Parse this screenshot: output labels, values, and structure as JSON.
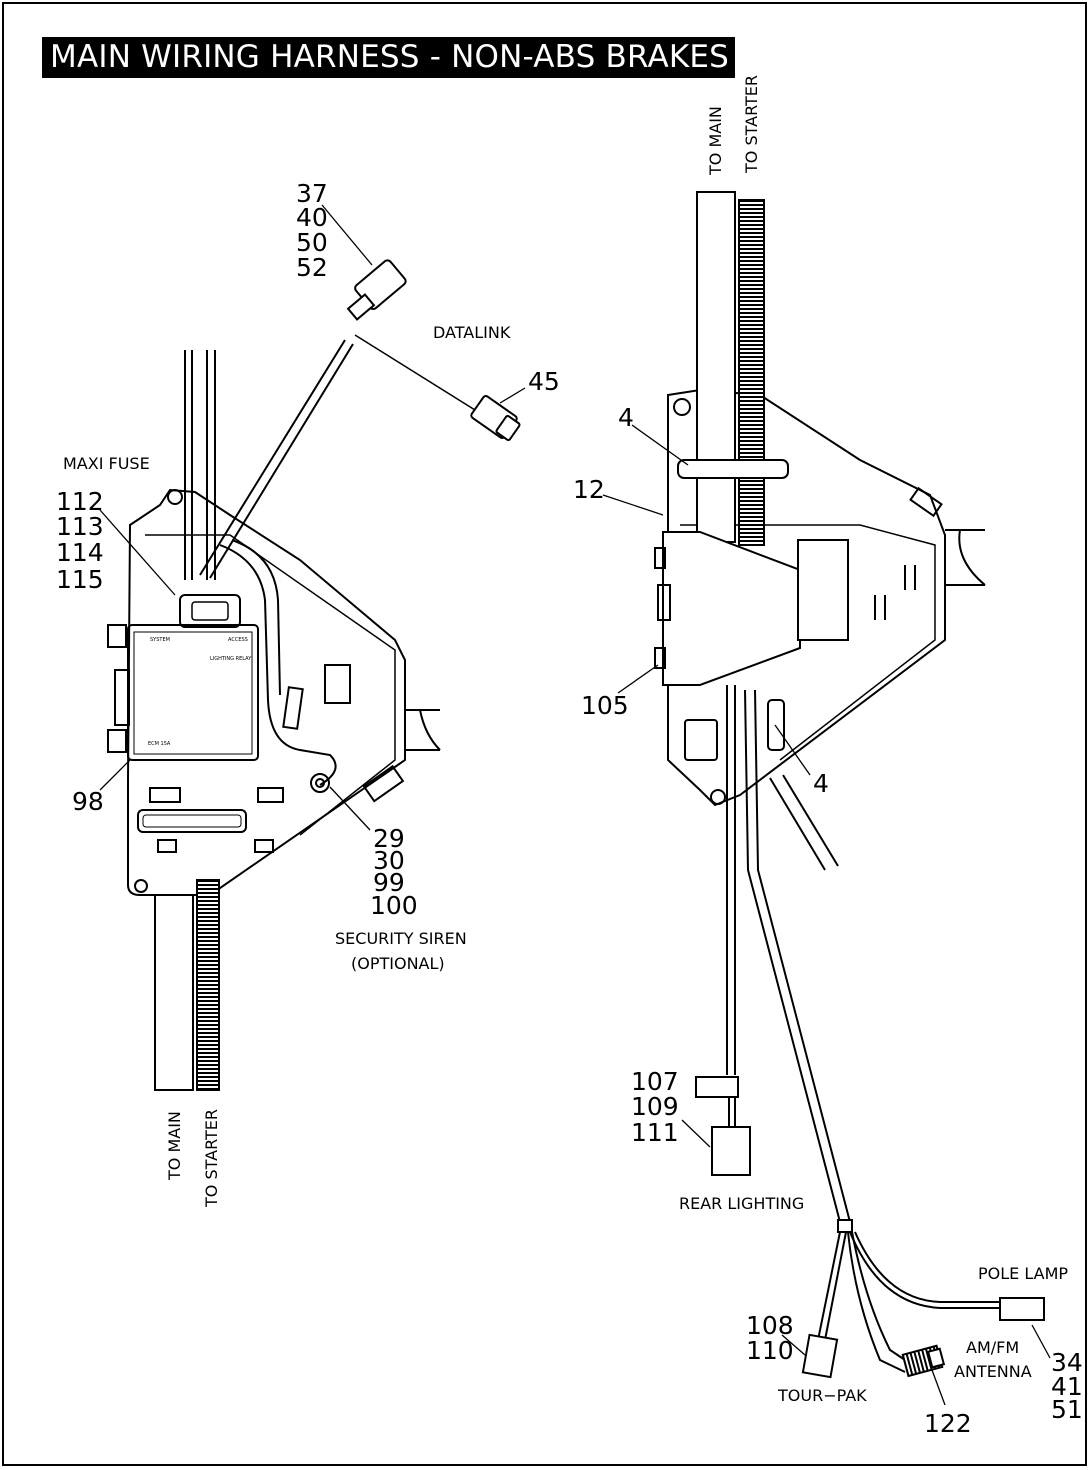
{
  "title": "MAIN WIRING HARNESS - NON-ABS BRAKES",
  "labels": {
    "datalink": "DATALINK",
    "maxi_fuse": "MAXI FUSE",
    "security_siren_1": "SECURITY SIREN",
    "security_siren_2": "(OPTIONAL)",
    "to_main_left": "TO MAIN",
    "to_starter_left": "TO STARTER",
    "to_main_right": "TO MAIN",
    "to_starter_right": "TO  STARTER",
    "rear_lighting": "REAR LIGHTING",
    "pole_lamp": "POLE LAMP",
    "am_fm_1": "AM/FM",
    "am_fm_2": "ANTENNA",
    "tour_pak": "TOUR−PAK"
  },
  "callouts": {
    "c37": "37",
    "c40": "40",
    "c50": "50",
    "c52": "52",
    "c45": "45",
    "c112": "112",
    "c113": "113",
    "c114": "114",
    "c115": "115",
    "c98": "98",
    "c29": "29",
    "c30": "30",
    "c99": "99",
    "c100": "100",
    "c4a": "4",
    "c12": "12",
    "c105": "105",
    "c4b": "4",
    "c107": "107",
    "c109": "109",
    "c111": "111",
    "c108": "108",
    "c110": "110",
    "c34": "34",
    "c41": "41",
    "c51": "51",
    "c122": "122"
  }
}
